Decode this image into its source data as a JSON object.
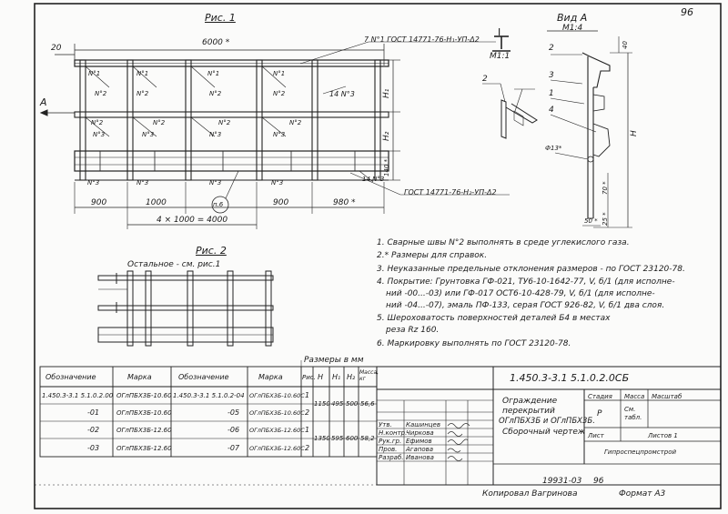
{
  "sheet": {
    "page_number": "96",
    "fig1_title": "Рис. 1",
    "fig2_title": "Рис. 2",
    "fig2_subtitle": "Остальное - см. рис.1",
    "view_title": "Вид А",
    "view_scale": "М1:4",
    "section_title": "I",
    "section_scale": "М1:1",
    "label_a": "А"
  },
  "drawing": {
    "dim_total": "6000 *",
    "dim_20": "20",
    "dim_900_left": "900",
    "dim_1000": "1000",
    "dim_4x1000": "4 × 1000 = 4000",
    "dim_900_right": "900",
    "dim_980": "980 *",
    "dim_h1": "Н₁",
    "dim_h2": "Н₂",
    "dim_140": "140 *",
    "weld_top": "7 N°1 ГОСТ 14771-76-Н₁-УП-Δ2",
    "weld_bottom": "ГОСТ 14771-76-Н₂-УП-Δ2",
    "weld_n3": "14 N°3",
    "weld_n3_b": "14 N°3",
    "marker_6": "п.6",
    "n1": "N°1",
    "n2": "N°2",
    "n3": "N°3",
    "view_dim_40": "40",
    "view_dim_h": "H",
    "view_dim_f13": "Ф13*",
    "view_dim_70": "70 *",
    "view_dim_50": "50 *",
    "view_dim_25": "25 *",
    "pos_2": "2",
    "pos_3": "3",
    "pos_1": "1",
    "pos_4": "4",
    "pos_2b": "2"
  },
  "notes": [
    "1. Сварные швы N°2 выполнять в среде углекислого газа.",
    "2.* Размеры для справок.",
    "3. Неуказанные предельные отклонения размеров - по ГОСТ 23120-78.",
    "4. Покрытие: Грунтовка ГФ-021, ТУ6-10-1642-77, V, б/1 (для исполне-",
    "ний -00...-03) или ГФ-017 ОСТ6-10-428-79, V, б/1 (для исполне-",
    "ний -04...-07), эмаль ПФ-133, серая ГОСТ 926-82, V, б/1 два слоя.",
    "5. Шероховатость поверхностей деталей Б4 в местах",
    "реза Rz 160.",
    "6. Маркировку выполнять по ГОСТ 23120-78."
  ],
  "spec_table": {
    "caption": "Размеры в мм",
    "headers": [
      "Обозначение",
      "Марка",
      "Обозначение",
      "Марка",
      "Рис.",
      "Н",
      "Н₁",
      "Н₂",
      "Масса, кг"
    ],
    "rows": [
      [
        "1.450.3-3.1 5.1.0.2.00",
        "ОГлПБХ3Б-10.60",
        "1.450.3-3.1 5.1.0.2-04",
        "ОГлПБХ3Б-10.60С",
        "1",
        "1150",
        "495",
        "500",
        "56,6"
      ],
      [
        "-01",
        "ОГлПБХ3Б-10.60",
        "-05",
        "ОГлПБХ3Б-10.60С",
        "2",
        "",
        "",
        "",
        ""
      ],
      [
        "-02",
        "ОГлПБХ3Б-12.60",
        "-06",
        "ОГлПБХ3Б-12.60С",
        "1",
        "1350",
        "595",
        "600",
        "58,2"
      ],
      [
        "-03",
        "ОГлПБХ3Б-12.60",
        "-07",
        "ОГлПБХ3Б-12.60С",
        "2",
        "",
        "",
        "",
        ""
      ]
    ]
  },
  "title_block": {
    "doc_code": "1.450.3-3.1   5.1.0.2.0СБ",
    "title_line1": "Ограждение",
    "title_line2": "перекрытий",
    "title_line3": "ОГлПБХ3Б и ОГлПБХ3Б.",
    "title_line4": "Сборочный чертеж",
    "col_stage": "Стадия",
    "col_mass": "Масса",
    "col_scale": "Масштаб",
    "stage_value": "Р",
    "mass_value": "См. табл.",
    "sheet_label": "Лист",
    "sheets_label": "Листов 1",
    "org": "Гипроспецпромстрой",
    "roles": [
      {
        "role": "Утв.",
        "name": "Кашинцев"
      },
      {
        "role": "Н.контр.",
        "name": "Чиркова"
      },
      {
        "role": "Рук.гр.",
        "name": "Ефимов"
      },
      {
        "role": "Пров.",
        "name": "Агапова"
      },
      {
        "role": "Разраб.",
        "name": "Иванова"
      }
    ],
    "copied_by": "Копировал Вагринова",
    "inv_number": "19931-03",
    "inv_sheet": "96",
    "format": "Формат А3"
  }
}
